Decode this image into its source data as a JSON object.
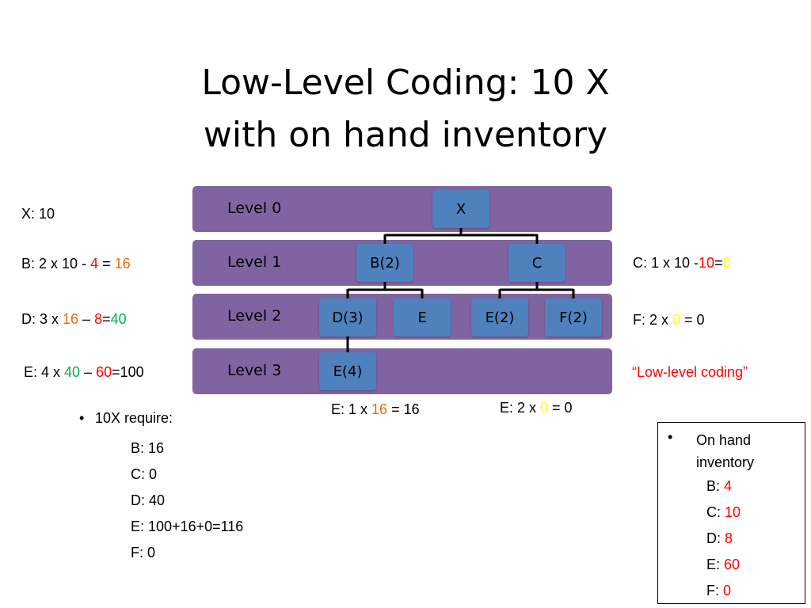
{
  "slide": {
    "title_line1": "Low-Level Coding: 10 X",
    "title_line2": "with on hand inventory"
  },
  "levels": [
    {
      "label": "Level 0"
    },
    {
      "label": "Level 1"
    },
    {
      "label": "Level 2"
    },
    {
      "label": "Level 3"
    }
  ],
  "nodes": {
    "x": "X",
    "b": "B(2)",
    "c": "C",
    "d": "D(3)",
    "e_level2": "E",
    "e2": "E(2)",
    "f2": "F(2)",
    "e4": "E(4)"
  },
  "left_calcs": {
    "x": {
      "prefix": "X: ",
      "value": "10"
    },
    "b": {
      "prefix": "B: 2 x 10 - ",
      "onhand": "4",
      "eq": " = ",
      "result": "16"
    },
    "d": {
      "prefix": "D: 3 x ",
      "parent": "16",
      "minus": " – ",
      "onhand": "8",
      "eq": "=",
      "result": "40"
    },
    "e": {
      "prefix": "E: 4 x ",
      "parent": "40",
      "minus": " – ",
      "onhand": "60",
      "eq": "=100"
    }
  },
  "right_calcs": {
    "c": {
      "prefix": "C: 1 x 10 -",
      "onhand": "10",
      "eq": "=",
      "result": "0"
    },
    "f": {
      "prefix": "F: 2 x ",
      "parent": "0",
      "eq": " = 0"
    },
    "note": "“Low-level coding”"
  },
  "bottom_calcs": {
    "e_from_b": {
      "prefix": "E: 1 x ",
      "parent": "16",
      "eq": " = 16"
    },
    "e_from_c": {
      "prefix": "E: 2 x ",
      "parent": "0",
      "eq": " = 0"
    }
  },
  "requirements": {
    "heading": "10X require:",
    "items": [
      "B: 16",
      "C: 0",
      "D: 40",
      "E: 100+16+0=116",
      "F: 0"
    ]
  },
  "on_hand": {
    "heading": "On hand inventory",
    "items": [
      {
        "label": "B: ",
        "value": "4"
      },
      {
        "label": "C: ",
        "value": "10"
      },
      {
        "label": "D: ",
        "value": "8"
      },
      {
        "label": "E: ",
        "value": "60"
      },
      {
        "label": "F: ",
        "value": "0"
      }
    ]
  },
  "colors": {
    "band": "#8064a2",
    "node": "#4f81bd",
    "orange": "#e46c0a",
    "red": "#ff0000",
    "green": "#00b050",
    "yellow": "#ffff00"
  }
}
